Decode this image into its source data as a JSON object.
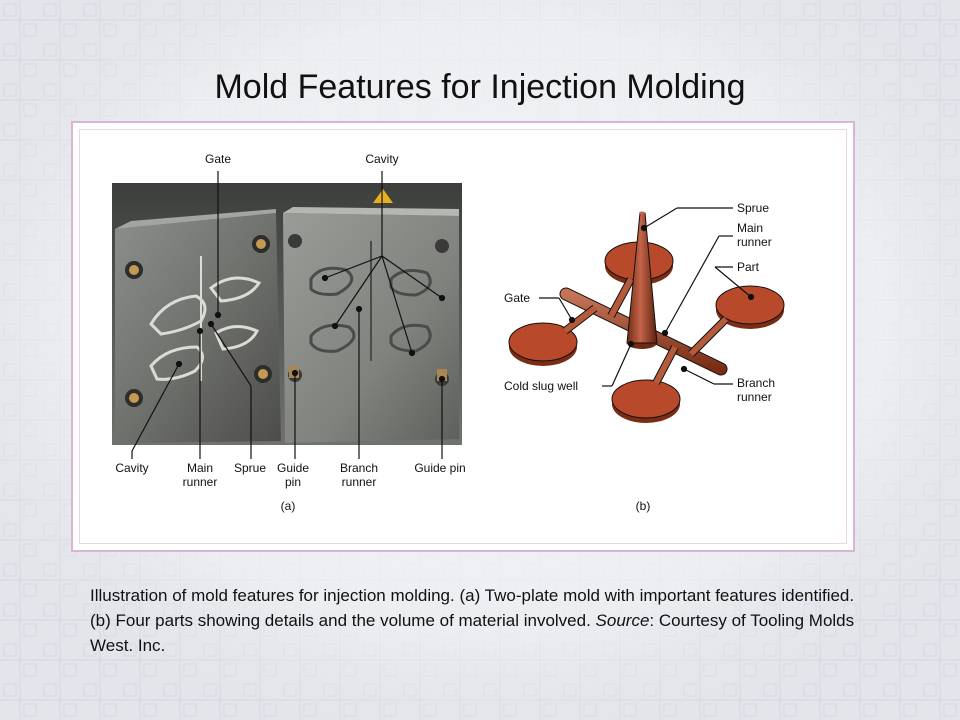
{
  "slide": {
    "title": "Mold Features for Injection Molding"
  },
  "figure_a": {
    "label": "(a)",
    "callouts": {
      "gate": "Gate",
      "cavity_top": "Cavity",
      "cavity_bottom": "Cavity",
      "main_runner_1": "Main",
      "main_runner_2": "runner",
      "sprue": "Sprue",
      "guide_pin_1": "Guide",
      "guide_pin_2": "pin",
      "branch_runner_1": "Branch",
      "branch_runner_2": "runner",
      "guide_pin_right": "Guide pin"
    }
  },
  "figure_b": {
    "label": "(b)",
    "callouts": {
      "sprue": "Sprue",
      "main_runner_1": "Main",
      "main_runner_2": "runner",
      "part": "Part",
      "gate": "Gate",
      "cold_slug_well": "Cold slug well",
      "branch_runner_1": "Branch",
      "branch_runner_2": "runner"
    }
  },
  "caption": {
    "part1": "Illustration of mold features for injection molding.  (a)  Two-plate mold with important features identified.  (b)  Four parts showing details and the volume of material involved.  ",
    "source_label": "Source",
    "part2": ":  Courtesy of Tooling Molds West. Inc."
  }
}
